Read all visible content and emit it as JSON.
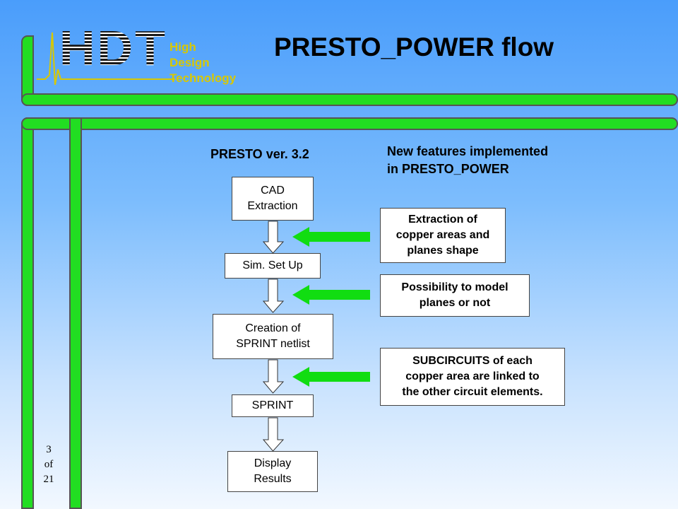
{
  "slide": {
    "title": "PRESTO_POWER flow",
    "logo": {
      "mark": "HDT",
      "line1": "High",
      "line2": "Design",
      "line3": "Technology"
    },
    "left_heading": "PRESTO ver. 3.2",
    "right_heading": "New features implemented\nin PRESTO_POWER",
    "flow_steps": [
      "CAD\nExtraction",
      "Sim. Set  Up",
      "Creation of\nSPRINT netlist",
      "SPRINT",
      "Display\nResults"
    ],
    "features": [
      "Extraction of\ncopper areas and\nplanes shape",
      "Possibility to model\nplanes or not",
      "SUBCIRCUITS of each\ncopper area are linked to\nthe other circuit elements."
    ],
    "page": {
      "current": "3",
      "of_label": "of",
      "total": "21"
    },
    "colors": {
      "background_top": "#4a9dfb",
      "background_bottom": "#f2f8ff",
      "frame_bar": "#22dd22",
      "feature_arrow": "#11dd11",
      "flow_arrow": "#ffffff",
      "logo_accent": "#d8c800"
    }
  }
}
